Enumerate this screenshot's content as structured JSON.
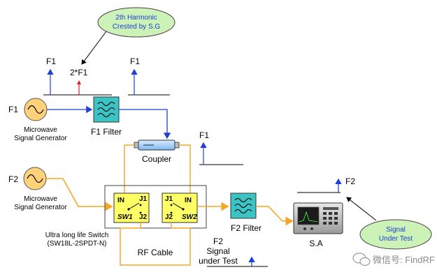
{
  "labels": {
    "f1_left": "F1",
    "f1_harmonic": "2*F1",
    "f1_right": "F1",
    "f1_coupler": "F1",
    "f1_source": "F1",
    "f2_source": "F2",
    "f2_sa": "F2",
    "mw_gen1_line1": "Microwave",
    "mw_gen1_line2": "Signal Generator",
    "mw_gen2_line1": "Microwave",
    "mw_gen2_line2": "Signal Generator",
    "f1_filter": "F1 Filter",
    "f2_filter": "F2 Filter",
    "coupler": "Coupler",
    "switch_line1": "Ultra long life Switch",
    "switch_line2": "(SW18L-2SPDT-N)",
    "rf_cable": "RF Cable",
    "f2_test_line1": "F2",
    "f2_test_line2": "Signal",
    "f2_test_line3": "under Test",
    "sa": "S.A"
  },
  "switch": {
    "sw1_in": "IN",
    "sw1_j1": "J1",
    "sw1_j2": "J2",
    "sw1_name": "SW1",
    "sw2_j1": "J1",
    "sw2_in": "IN",
    "sw2_j2": "J2",
    "sw2_name": "SW2"
  },
  "callouts": {
    "harmonic_line1": "2th Harmonic",
    "harmonic_line2": "Crested by S.G",
    "signal_line1": "Signal",
    "signal_line2": "Under Test"
  },
  "watermark": "微信号: FindRF",
  "colors": {
    "blue_line": "#1f3fd6",
    "orange_line": "#f5a623",
    "harmonic_red": "#e02020",
    "filter_fill": "#3cc4c4",
    "switch_fill": "#ffff66",
    "generator_fill": "#ffd27a",
    "callout_fill": "#ccf2b8"
  }
}
